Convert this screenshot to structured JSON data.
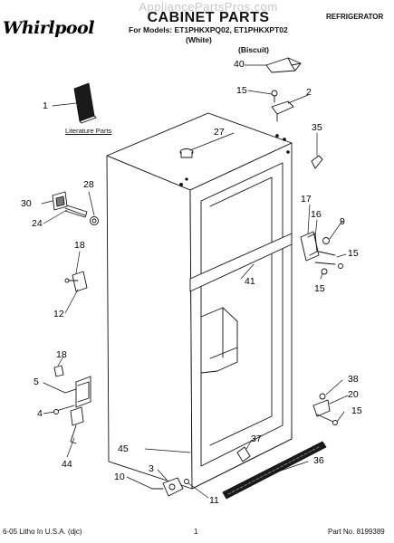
{
  "watermark": "AppliancePartsPros.com",
  "brand": "Whirlpool",
  "title": "CABINET PARTS",
  "models_line": "For Models: ET1PHKXPQ02, ET1PHKXPT02",
  "color_white": "(White)",
  "color_biscuit": "(Biscuit)",
  "category": "REFRIGERATOR",
  "literature_label": "Literature Parts",
  "callouts": {
    "c1": "1",
    "c2": "2",
    "c3": "3",
    "c4": "4",
    "c5": "5",
    "c9": "9",
    "c10": "10",
    "c11": "11",
    "c12": "12",
    "c15a": "15",
    "c15b": "15",
    "c15c": "15",
    "c15d": "15",
    "c16": "16",
    "c17": "17",
    "c18a": "18",
    "c18b": "18",
    "c20": "20",
    "c24": "24",
    "c27": "27",
    "c28": "28",
    "c30": "30",
    "c35": "35",
    "c36": "36",
    "c37": "37",
    "c38": "38",
    "c40": "40",
    "c41": "41",
    "c44": "44",
    "c45": "45"
  },
  "footer": {
    "left": "6-05 Litho In U.S.A. (djc)",
    "page": "1",
    "part_no": "Part No. 8199389"
  }
}
